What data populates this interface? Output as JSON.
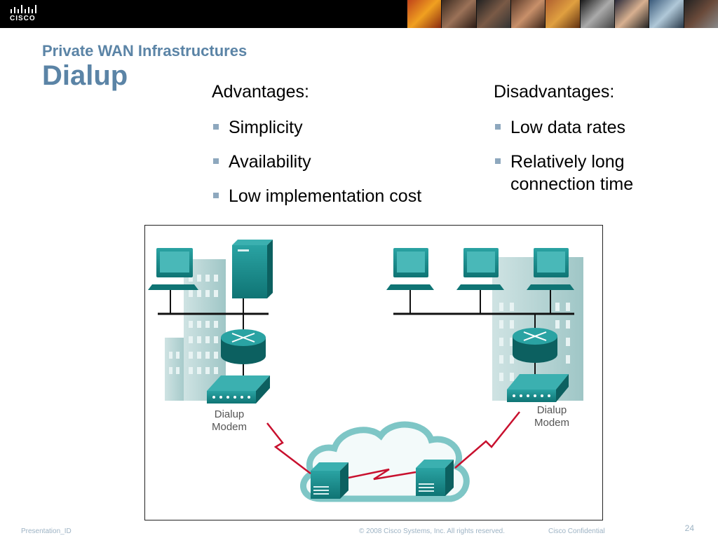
{
  "header": {
    "logo_text": "CISCO",
    "brand_color": "#000000",
    "accent_color": "#5b84a6"
  },
  "slide": {
    "subtitle": "Private WAN Infrastructures",
    "title": "Dialup",
    "advantages": {
      "heading": "Advantages:",
      "items": [
        "Simplicity",
        "Availability",
        "Low implementation cost"
      ]
    },
    "disadvantages": {
      "heading": "Disadvantages:",
      "items": [
        "Low data rates",
        "Relatively long connection time"
      ]
    }
  },
  "diagram": {
    "left_modem_label_1": "Dialup",
    "left_modem_label_2": "Modem",
    "right_modem_label_1": "Dialup",
    "right_modem_label_2": "Modem",
    "device_color": "#1b8f8f",
    "link_color": "#c8102e"
  },
  "footer": {
    "presentation_id": "Presentation_ID",
    "copyright": "© 2008 Cisco Systems, Inc. All rights reserved.",
    "confidential": "Cisco Confidential",
    "page_number": "24"
  }
}
